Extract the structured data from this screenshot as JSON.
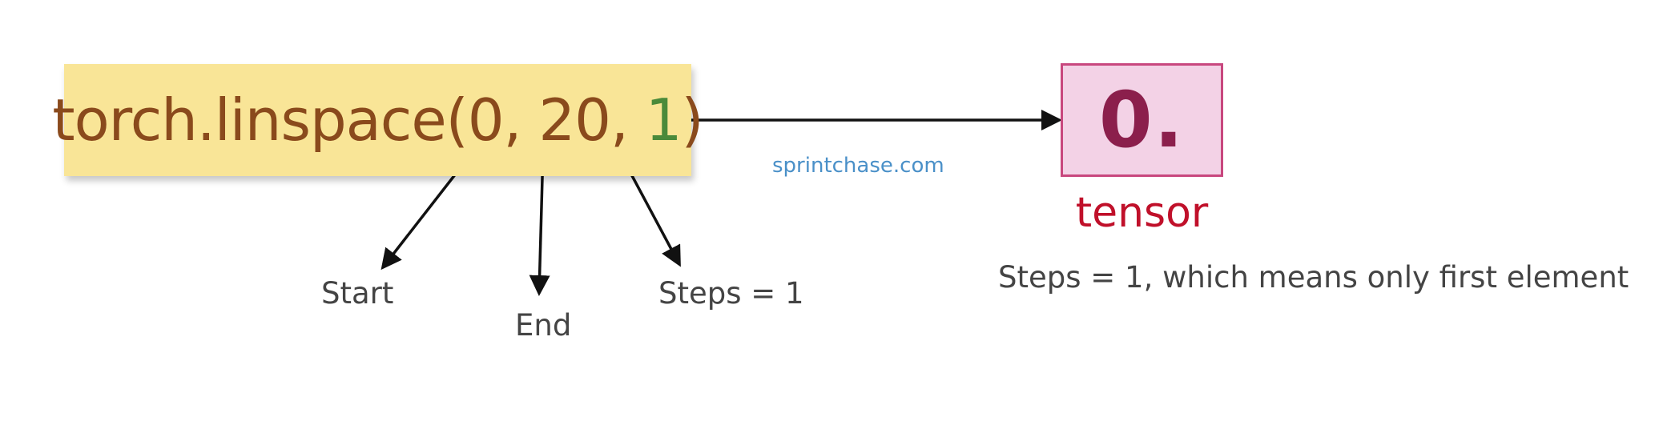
{
  "code": {
    "prefix": "torch.linspace(0, 20, ",
    "steps_value": "1",
    "suffix": ")"
  },
  "output": {
    "value": "0.",
    "label": "tensor"
  },
  "annotations": {
    "start": "Start",
    "end": "End",
    "steps": "Steps = 1"
  },
  "note": "Steps = 1, which means only first element",
  "watermark": "sprintchase.com",
  "colors": {
    "code_bg": "#f9e597",
    "code_text": "#8a4a1c",
    "steps_highlight": "#4a8a3a",
    "tensor_bg": "#f3d2e6",
    "tensor_border": "#c8477e",
    "tensor_text": "#8b1f4c",
    "tensor_label": "#c0102a",
    "watermark": "#4a90c8"
  }
}
